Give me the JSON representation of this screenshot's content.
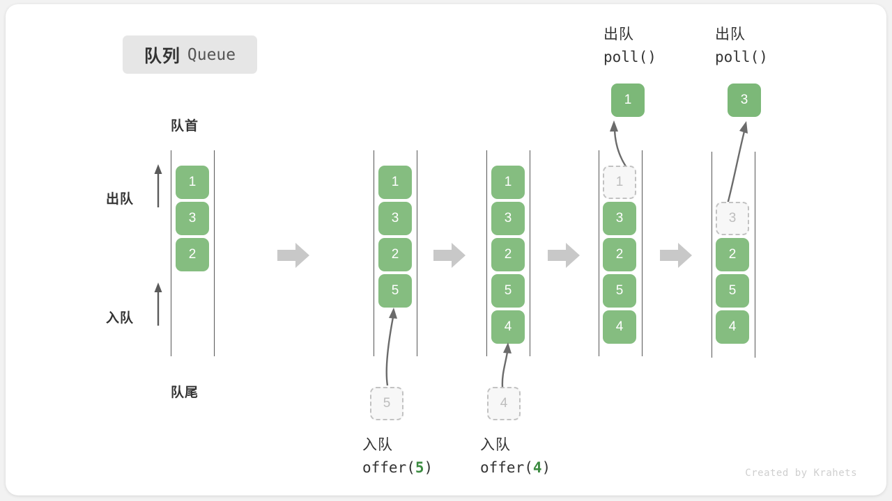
{
  "title": {
    "cn": "队列",
    "en": "Queue"
  },
  "labels": {
    "front": "队首",
    "rear": "队尾",
    "dequeue_side": "出队",
    "enqueue_side": "入队"
  },
  "colors": {
    "card_bg": "#ffffff",
    "page_bg": "#f2f2f2",
    "element_green": "#85bd80",
    "result_green": "#7cb878",
    "accent_green_text": "#3c8b41",
    "ghost_fill": "#f7f7f7",
    "ghost_border": "#c2c2c2",
    "ghost_text": "#bdbdbd",
    "rail": "#555555",
    "arrow_gray": "#c8c8c8",
    "curve_arrow": "#666666",
    "text_dark": "#333333",
    "badge_bg": "#e6e6e6",
    "credit_text": "#cfcfcf"
  },
  "credit": "Created by Krahets",
  "columns": [
    {
      "id": "initial",
      "header_cn": "",
      "header_code": "",
      "result": null,
      "incoming": null,
      "caption_cn": "",
      "caption_code": "",
      "caption_value": "",
      "slots": [
        {
          "value": "1",
          "state": "filled"
        },
        {
          "value": "3",
          "state": "filled"
        },
        {
          "value": "2",
          "state": "filled"
        }
      ]
    },
    {
      "id": "after-offer-5",
      "header_cn": "",
      "header_code": "",
      "result": null,
      "incoming": "5",
      "caption_cn": "入队",
      "caption_code_prefix": "offer(",
      "caption_value": "5",
      "caption_code_suffix": ")",
      "slots": [
        {
          "value": "1",
          "state": "filled"
        },
        {
          "value": "3",
          "state": "filled"
        },
        {
          "value": "2",
          "state": "filled"
        },
        {
          "value": "5",
          "state": "filled"
        }
      ]
    },
    {
      "id": "after-offer-4",
      "header_cn": "",
      "header_code": "",
      "result": null,
      "incoming": "4",
      "caption_cn": "入队",
      "caption_code_prefix": "offer(",
      "caption_value": "4",
      "caption_code_suffix": ")",
      "slots": [
        {
          "value": "1",
          "state": "filled"
        },
        {
          "value": "3",
          "state": "filled"
        },
        {
          "value": "2",
          "state": "filled"
        },
        {
          "value": "5",
          "state": "filled"
        },
        {
          "value": "4",
          "state": "filled"
        }
      ]
    },
    {
      "id": "after-poll-1",
      "header_cn": "出队",
      "header_code": "poll()",
      "result": "1",
      "incoming": null,
      "caption_cn": "",
      "caption_code": "",
      "slots": [
        {
          "value": "1",
          "state": "ghost"
        },
        {
          "value": "3",
          "state": "filled"
        },
        {
          "value": "2",
          "state": "filled"
        },
        {
          "value": "5",
          "state": "filled"
        },
        {
          "value": "4",
          "state": "filled"
        }
      ]
    },
    {
      "id": "after-poll-3",
      "header_cn": "出队",
      "header_code": "poll()",
      "result": "3",
      "incoming": null,
      "caption_cn": "",
      "caption_code": "",
      "slots": [
        {
          "value": "",
          "state": "empty"
        },
        {
          "value": "3",
          "state": "ghost"
        },
        {
          "value": "2",
          "state": "filled"
        },
        {
          "value": "5",
          "state": "filled"
        },
        {
          "value": "4",
          "state": "filled"
        }
      ]
    }
  ]
}
